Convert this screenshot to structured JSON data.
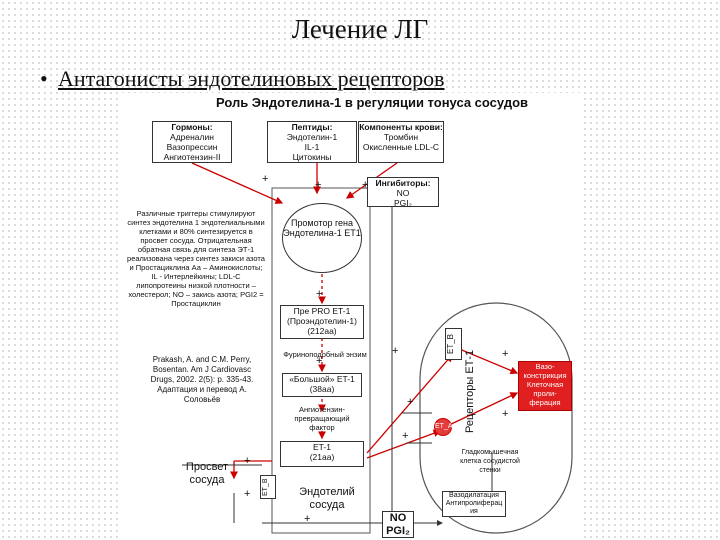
{
  "slide": {
    "title": "Лечение ЛГ",
    "bullet": "Антагонисты эндотелиновых рецепторов"
  },
  "figure": {
    "title": "Роль Эндотелина-1 в регуляции тонуса сосудов",
    "hormones": {
      "header": "Гормоны:",
      "items": [
        "Адреналин",
        "Вазопрессин",
        "Ангиотензин-II"
      ]
    },
    "peptides": {
      "header": "Пептиды:",
      "items": [
        "Эндотелин-1",
        "IL-1",
        "Цитокины"
      ]
    },
    "blood": {
      "header": "Компоненты крови:",
      "items": [
        "Тромбин",
        "Окисленные LDL-C"
      ]
    },
    "inhibitors": {
      "header": "Ингибиторы:",
      "items": [
        "NO",
        "PGI₂"
      ]
    },
    "promoter": "Промотор гена Эндотелина-1 ET1",
    "prepro": [
      "Пре PRO ET-1",
      "(Проэндотелин-1)",
      "(212aa)"
    ],
    "furin": "Фуриноподобный энзим",
    "bigET": [
      "«Большой» ET-1",
      "(38aa)"
    ],
    "ace": [
      "Ангиотензин-",
      "превращающий",
      "фактор"
    ],
    "et1": [
      "ET-1",
      "(21aa)"
    ],
    "endothelium": [
      "Эндотелий",
      "сосуда"
    ],
    "lumen": [
      "Просвет",
      "сосуда"
    ],
    "no_pgi": [
      "NO",
      "PGI₂"
    ],
    "description": "Различные триггеры стимулируют синтез эндотелина 1 эндотелиальными клетками и 80% синтезируется в просвет сосуда. Отрицательная обратная связь для синтеза ЭТ-1 реализована через синтез закиси азота и Простациклина Аа – Аминокислоты; IL - Интерлейкины; LDL-C липопротеины низкой плотности – холестерол; NO – закись азота; PGI2 = Простациклин",
    "citation": "Prakash, A. and C.M. Perry, Bosentan. Am J Cardiovasc Drugs, 2002. 2(5): p. 335-43. Адаптация и перевод А. Соловьёв",
    "receptors_label": "Рецепторы ЕТ-1",
    "etb": "ET_B",
    "eta": "ET_A",
    "etb_small": "ET_B",
    "vaso": [
      "Вазо-",
      "констрикция",
      "Клеточная",
      "проли-",
      "ферация"
    ],
    "smooth": [
      "Гладкомышечная",
      "клетка сосудистой",
      "стенки"
    ],
    "vasodil": [
      "Вазодилатация",
      "Антипролиферац",
      "ия"
    ],
    "plus": "+"
  }
}
